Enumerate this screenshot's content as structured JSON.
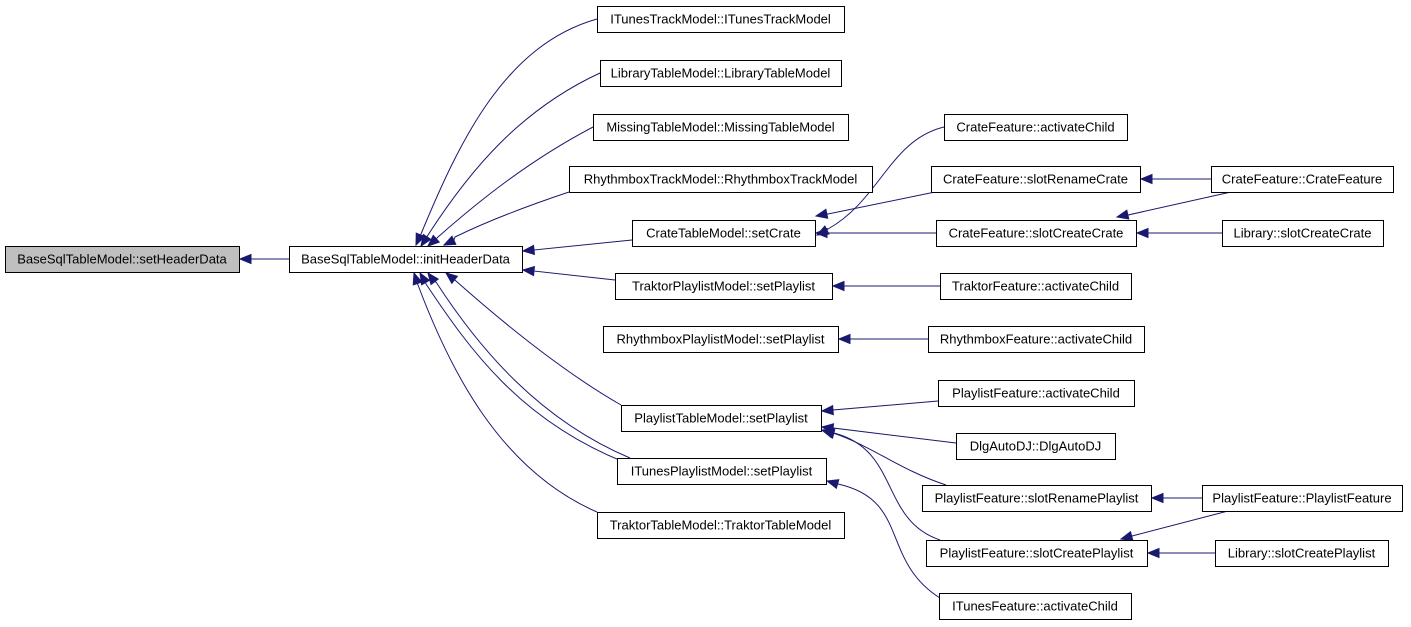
{
  "diagram": {
    "colors": {
      "edge": "#191970",
      "root_fill": "#bfbfbf",
      "node_fill": "#ffffff",
      "border": "#000000"
    },
    "nodes": [
      {
        "id": "n0",
        "label": "BaseSqlTableModel::setHeaderData"
      },
      {
        "id": "n1",
        "label": "BaseSqlTableModel::initHeaderData"
      },
      {
        "id": "n2",
        "label": "ITunesTrackModel::ITunesTrackModel"
      },
      {
        "id": "n3",
        "label": "LibraryTableModel::LibraryTableModel"
      },
      {
        "id": "n4",
        "label": "MissingTableModel::MissingTableModel"
      },
      {
        "id": "n5",
        "label": "RhythmboxTrackModel::RhythmboxTrackModel"
      },
      {
        "id": "n6",
        "label": "CrateTableModel::setCrate"
      },
      {
        "id": "n7",
        "label": "TraktorPlaylistModel::setPlaylist"
      },
      {
        "id": "n8",
        "label": "RhythmboxPlaylistModel::setPlaylist"
      },
      {
        "id": "n9",
        "label": "PlaylistTableModel::setPlaylist"
      },
      {
        "id": "n10",
        "label": "ITunesPlaylistModel::setPlaylist"
      },
      {
        "id": "n11",
        "label": "TraktorTableModel::TraktorTableModel"
      },
      {
        "id": "n12",
        "label": "CrateFeature::activateChild"
      },
      {
        "id": "n13",
        "label": "CrateFeature::slotRenameCrate"
      },
      {
        "id": "n14",
        "label": "CrateFeature::slotCreateCrate"
      },
      {
        "id": "n15",
        "label": "TraktorFeature::activateChild"
      },
      {
        "id": "n16",
        "label": "RhythmboxFeature::activateChild"
      },
      {
        "id": "n17",
        "label": "PlaylistFeature::activateChild"
      },
      {
        "id": "n18",
        "label": "DlgAutoDJ::DlgAutoDJ"
      },
      {
        "id": "n19",
        "label": "PlaylistFeature::slotRenamePlaylist"
      },
      {
        "id": "n20",
        "label": "PlaylistFeature::slotCreatePlaylist"
      },
      {
        "id": "n21",
        "label": "ITunesFeature::activateChild"
      },
      {
        "id": "n22",
        "label": "CrateFeature::CrateFeature"
      },
      {
        "id": "n23",
        "label": "Library::slotCreateCrate"
      },
      {
        "id": "n24",
        "label": "PlaylistFeature::PlaylistFeature"
      },
      {
        "id": "n25",
        "label": "Library::slotCreatePlaylist"
      }
    ],
    "edges": [
      {
        "from": "n1",
        "to": "n0"
      },
      {
        "from": "n2",
        "to": "n1"
      },
      {
        "from": "n3",
        "to": "n1"
      },
      {
        "from": "n4",
        "to": "n1"
      },
      {
        "from": "n5",
        "to": "n1"
      },
      {
        "from": "n6",
        "to": "n1"
      },
      {
        "from": "n7",
        "to": "n1"
      },
      {
        "from": "n8",
        "to": "n1"
      },
      {
        "from": "n9",
        "to": "n1"
      },
      {
        "from": "n10",
        "to": "n1"
      },
      {
        "from": "n11",
        "to": "n1"
      },
      {
        "from": "n12",
        "to": "n6"
      },
      {
        "from": "n13",
        "to": "n6"
      },
      {
        "from": "n14",
        "to": "n6"
      },
      {
        "from": "n15",
        "to": "n7"
      },
      {
        "from": "n16",
        "to": "n8"
      },
      {
        "from": "n17",
        "to": "n9"
      },
      {
        "from": "n18",
        "to": "n9"
      },
      {
        "from": "n19",
        "to": "n9"
      },
      {
        "from": "n20",
        "to": "n9"
      },
      {
        "from": "n21",
        "to": "n10"
      },
      {
        "from": "n22",
        "to": "n13"
      },
      {
        "from": "n22",
        "to": "n14"
      },
      {
        "from": "n23",
        "to": "n14"
      },
      {
        "from": "n24",
        "to": "n19"
      },
      {
        "from": "n24",
        "to": "n20"
      },
      {
        "from": "n25",
        "to": "n20"
      }
    ]
  }
}
